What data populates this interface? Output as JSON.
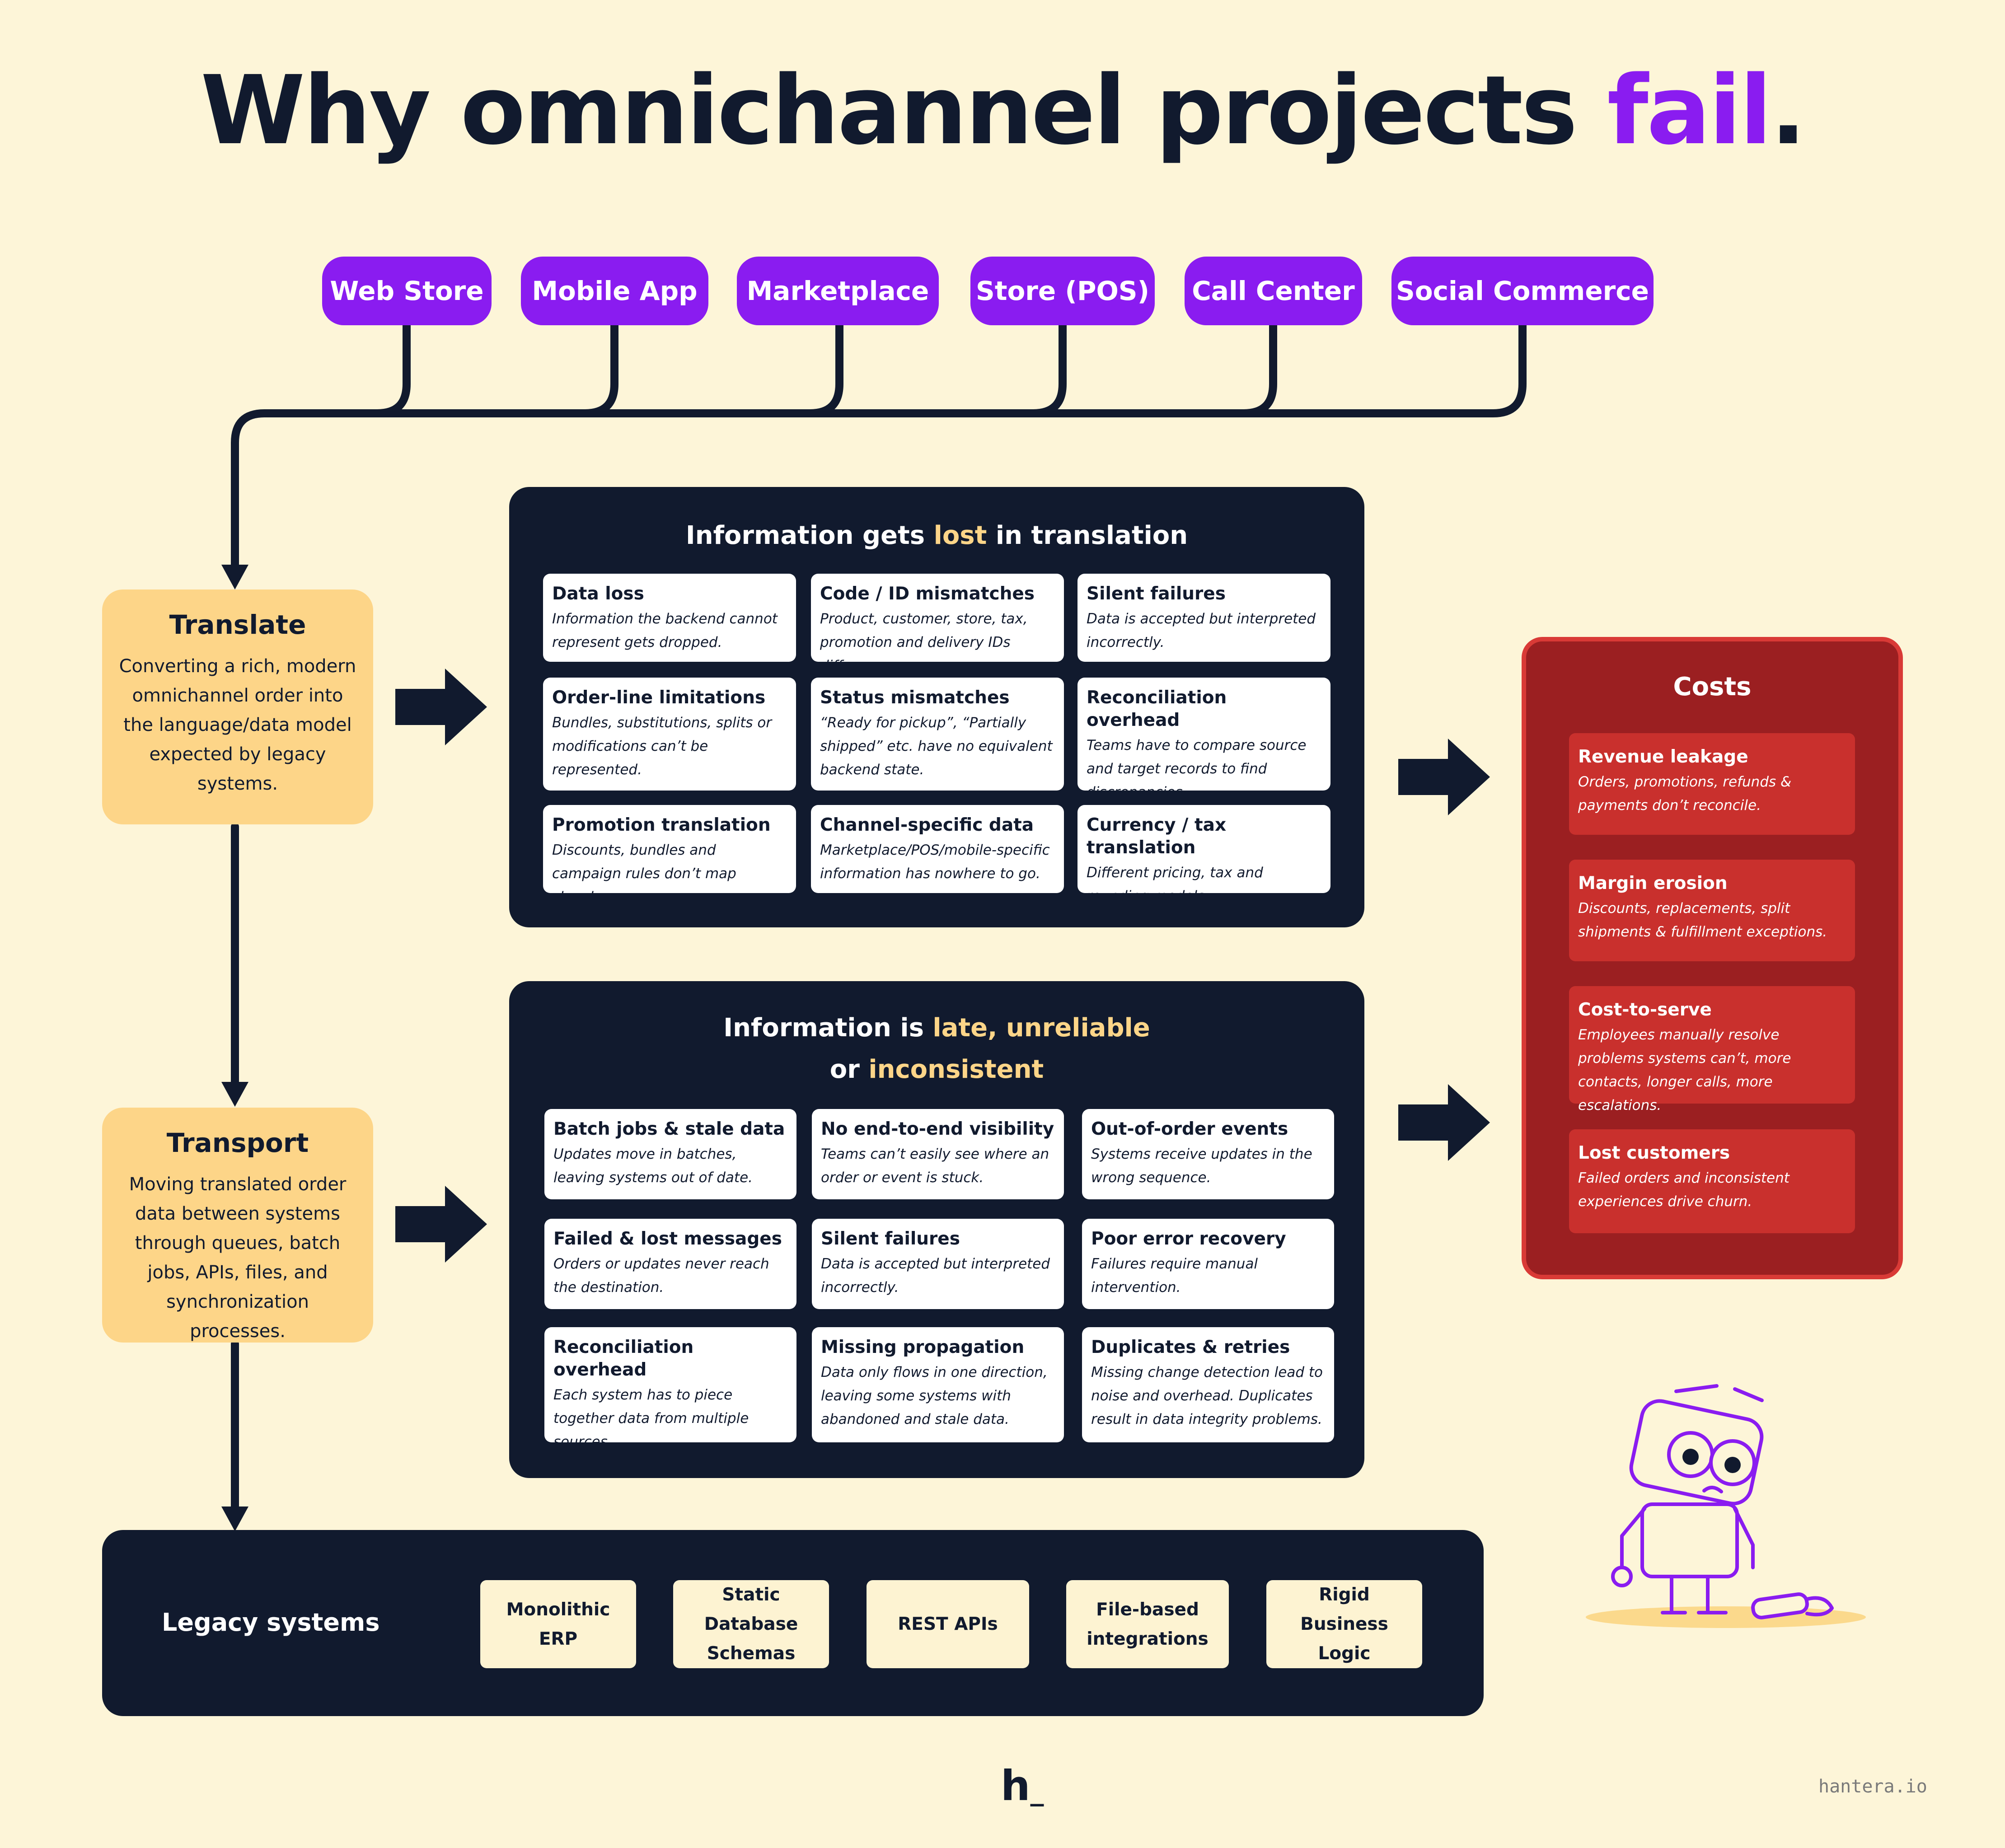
{
  "title": {
    "lead": "Why omnichannel projects ",
    "accent": "fail",
    "end": "."
  },
  "channels": [
    "Web Store",
    "Mobile App",
    "Marketplace",
    "Store (POS)",
    "Call Center",
    "Social Commerce"
  ],
  "translate": {
    "title": "Translate",
    "description": "Converting a rich, modern omnichannel order into the language/data model expected by legacy systems."
  },
  "transport": {
    "title": "Transport",
    "description": "Moving translated order data between systems through queues, batch jobs, APIs, files, and synchronization processes."
  },
  "panel1": {
    "title_pre": "Information gets ",
    "title_hl": "lost",
    "title_post": " in translation",
    "cards": [
      {
        "title": "Data loss",
        "desc": "Information the backend cannot represent gets dropped."
      },
      {
        "title": "Code / ID mismatches",
        "desc": "Product, customer, store, tax, promotion and delivery IDs differ."
      },
      {
        "title": "Silent failures",
        "desc": "Data is accepted but interpreted incorrectly."
      },
      {
        "title": "Order-line limitations",
        "desc": "Bundles, substitutions, splits or modifications can’t be represented."
      },
      {
        "title": "Status mismatches",
        "desc": "“Ready for pickup”, “Partially shipped” etc. have no equivalent backend state."
      },
      {
        "title": "Reconciliation overhead",
        "desc": "Teams have to compare source and target records to find discrepancies."
      },
      {
        "title": "Promotion translation",
        "desc": "Discounts, bundles and campaign rules don’t map cleanly."
      },
      {
        "title": "Channel-specific data",
        "desc": "Marketplace/POS/mobile-specific information has nowhere to go."
      },
      {
        "title": "Currency / tax translation",
        "desc": "Different pricing, tax and rounding models."
      }
    ]
  },
  "panel2": {
    "title_pre": "Information is ",
    "title_hl1": "late, unreliable",
    "title_mid": "or ",
    "title_hl2": "inconsistent",
    "cards": [
      {
        "title": "Batch jobs & stale data",
        "desc": "Updates move in batches, leaving systems out of date."
      },
      {
        "title": "No end-to-end visibility",
        "desc": "Teams can’t easily see where an order or event is stuck."
      },
      {
        "title": "Out-of-order events",
        "desc": "Systems receive updates in the wrong sequence."
      },
      {
        "title": "Failed & lost messages",
        "desc": "Orders or updates never reach the destination."
      },
      {
        "title": "Silent failures",
        "desc": "Data is accepted but interpreted incorrectly."
      },
      {
        "title": "Poor error recovery",
        "desc": "Failures require manual intervention."
      },
      {
        "title": "Reconciliation overhead",
        "desc": "Each system has to piece together data from multiple sources."
      },
      {
        "title": "Missing propagation",
        "desc": "Data only flows in one direction, leaving some systems with abandoned and stale data."
      },
      {
        "title": "Duplicates & retries",
        "desc": "Missing change detection lead to noise and overhead. Duplicates result in data integrity problems."
      }
    ]
  },
  "costs": {
    "title": "Costs",
    "items": [
      {
        "title": "Revenue leakage",
        "desc": "Orders, promotions, refunds & payments don’t reconcile."
      },
      {
        "title": "Margin erosion",
        "desc": "Discounts, replacements, split shipments & fulfillment exceptions."
      },
      {
        "title": "Cost-to-serve",
        "desc": "Employees manually resolve problems systems can’t, more contacts, longer calls, more escalations."
      },
      {
        "title": "Lost customers",
        "desc": "Failed orders and inconsistent experiences drive churn."
      }
    ]
  },
  "legacy": {
    "label": "Legacy systems",
    "items": [
      "Monolithic ERP",
      "Static Database Schemas",
      "REST APIs",
      "File-based integrations",
      "Rigid Business Logic"
    ]
  },
  "footer": {
    "logo": "h",
    "site": "hantera.io"
  },
  "colors": {
    "background": "#fdf5d8",
    "navy": "#111a2e",
    "purple": "#8a1cf0",
    "amber": "#fdd588",
    "red": "#9b1f21"
  },
  "icons": [
    "arrow-right-icon",
    "arrow-down-icon",
    "confused-robot-illustration"
  ]
}
